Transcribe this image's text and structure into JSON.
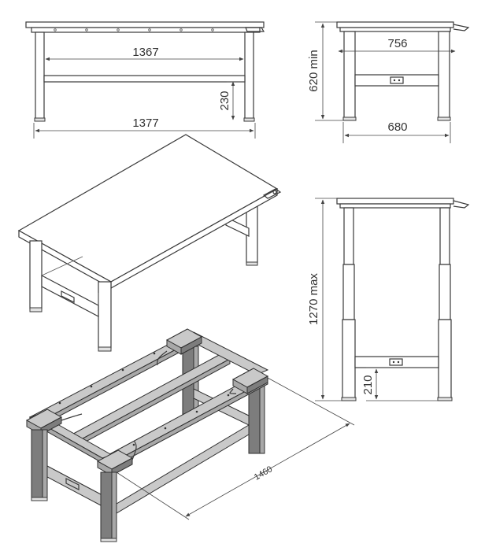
{
  "dimensions": {
    "top_width_inner": "1367",
    "crossbar_height": "230",
    "overall_width": "1377",
    "depth_top": "756",
    "depth_base": "680",
    "min_height": "620 min",
    "max_height": "1270 max",
    "crossbar_height_side": "210",
    "frame_length": "1460"
  },
  "colors": {
    "line": "#3a3a3a",
    "frame_dark": "#7d7d7d",
    "frame_light": "#c9c9c9",
    "control_cable": "#2f2f2f"
  }
}
